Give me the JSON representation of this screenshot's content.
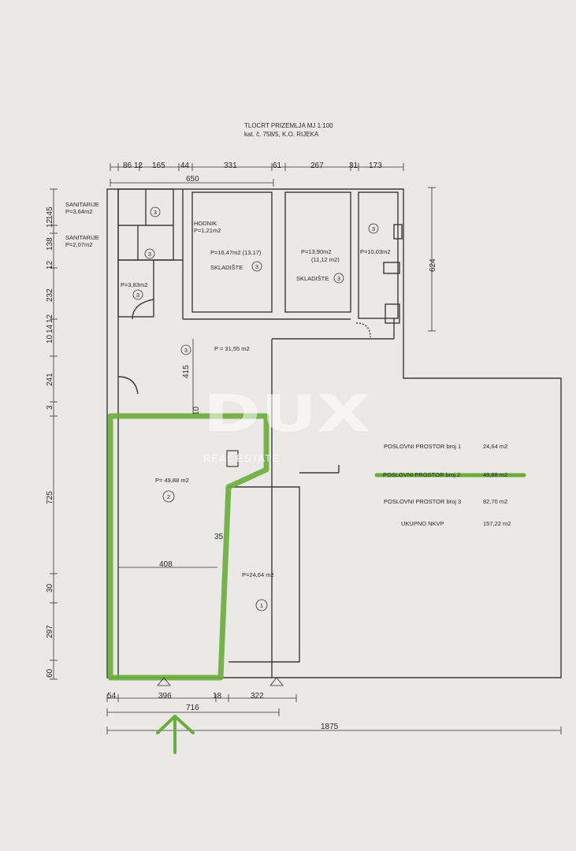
{
  "title": {
    "line1": "TLOCRT PRIZEMLJA   MJ 1:100",
    "line2": "kat. č. 758/5, K.O. RIJEKA"
  },
  "dims_top": [
    "86",
    "12",
    "165",
    "44",
    "331",
    "61",
    "267",
    "31",
    "173"
  ],
  "dim_650": "650",
  "dims_left": [
    "145",
    "12",
    "138",
    "12",
    "232",
    "12",
    "14",
    "10",
    "241",
    "3",
    "725",
    "30",
    "297",
    "60"
  ],
  "dim_624": "624",
  "dim_415": "415",
  "dim_10": "10",
  "dim_35": "35",
  "dim_408": "408",
  "dims_bottom": [
    "54",
    "396",
    "18",
    "322"
  ],
  "dim_716": "716",
  "dim_1875": "1875",
  "rooms": {
    "sanitarije1_name": "SANITARIJE",
    "sanitarije1_area": "P=3,64m2",
    "sanitarije2_name": "SANITARIJE",
    "sanitarije2_area": "P=2,07m2",
    "hodnik_name": "HODNIK",
    "hodnik_area": "P=1,21m2",
    "small_area": "P=3,83m2",
    "sklad1_area": "P=16,47m2 (13,17)",
    "sklad1_name": "SKLADIŠTE",
    "sklad2_area": "P=13,90m2",
    "sklad2_sub": "(11,12 m2)",
    "sklad2_name": "SKLADIŠTE",
    "room_right_area": "P=10,03m2",
    "hall_area": "P = 31,55 m2",
    "unit2_area": "P= 49,88 m2",
    "unit1_area": "P=24,64 m2"
  },
  "markers": {
    "three": "3",
    "two": "2",
    "one": "1"
  },
  "legend": [
    {
      "label": "POSLOVNI PROSTOR  broj 1",
      "value": "24,64 m2"
    },
    {
      "label": "POSLOVNI PROSTOR  broj 2",
      "value": "49,88   m2"
    },
    {
      "label": "POSLOVNI PROSTOR  broj 3",
      "value": "82,70  m2"
    },
    {
      "label": "UKUPNO  NKVP",
      "value": "157,22 m2"
    }
  ],
  "watermark": {
    "brand": "DUX",
    "sub": "REAL ESTATE"
  },
  "colors": {
    "highlight": "#6aad3a",
    "arrow": "#6aad3a",
    "lines": "#3a3a3a",
    "paper": "#ebe9e7"
  }
}
